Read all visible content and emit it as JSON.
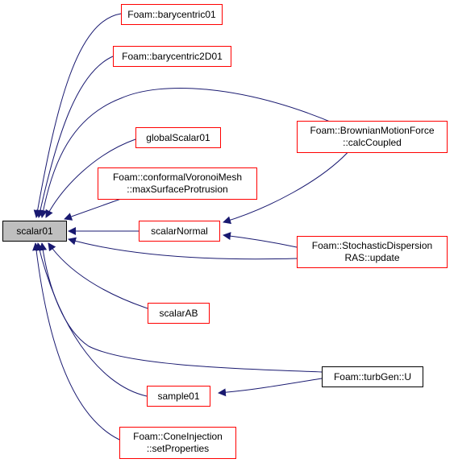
{
  "colors": {
    "edge": "#191970",
    "node_border": "#ff0000",
    "root_fill": "#bfbfbf",
    "leaf_border": "#000000"
  },
  "nodes": {
    "scalar01": {
      "lines": [
        "scalar01"
      ]
    },
    "barycentric01": {
      "lines": [
        "Foam::barycentric01"
      ]
    },
    "barycentric2D01": {
      "lines": [
        "Foam::barycentric2D01"
      ]
    },
    "globalScalar01": {
      "lines": [
        "globalScalar01"
      ]
    },
    "maxSurfaceProtrusion": {
      "lines": [
        "Foam::conformalVoronoiMesh",
        "::maxSurfaceProtrusion"
      ]
    },
    "scalarNormal": {
      "lines": [
        "scalarNormal"
      ]
    },
    "scalarAB": {
      "lines": [
        "scalarAB"
      ]
    },
    "sample01": {
      "lines": [
        "sample01"
      ]
    },
    "setProperties": {
      "lines": [
        "Foam::ConeInjection",
        "::setProperties"
      ]
    },
    "calcCoupled": {
      "lines": [
        "Foam::BrownianMotionForce",
        "::calcCoupled"
      ]
    },
    "sdrasUpdate": {
      "lines": [
        "Foam::StochasticDispersion",
        "RAS::update"
      ]
    },
    "turbGenU": {
      "lines": [
        "Foam::turbGen::U"
      ]
    }
  }
}
